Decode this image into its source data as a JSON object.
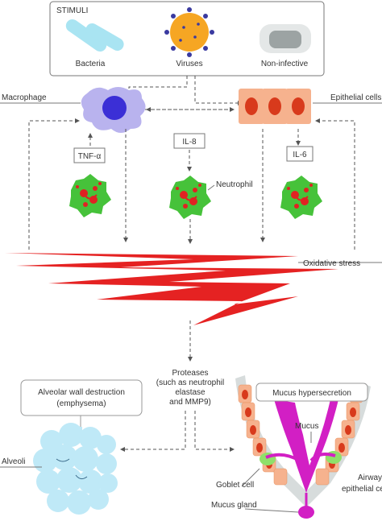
{
  "stimuli": {
    "title": "STIMULI",
    "items": [
      "Bacteria",
      "Viruses",
      "Non-infective"
    ]
  },
  "cells": {
    "macrophage": "Macrophage",
    "epithelial": "Epithelial cells",
    "neutrophil": "Neutrophil"
  },
  "cytokines": [
    "TNF-α",
    "IL-8",
    "IL-6"
  ],
  "oxidative": "Oxidative stress",
  "proteases": [
    "Proteases",
    "(such as neutrophil",
    "elastase",
    "and MMP9)"
  ],
  "alveolar": {
    "box": [
      "Alveolar wall destruction",
      "(emphysema)"
    ],
    "alveoli": "Alveoli"
  },
  "airway": {
    "box": "Mucus hypersecretion",
    "mucus": "Mucus",
    "goblet": "Goblet cell",
    "gland": "Mucus gland",
    "epithelial": [
      "Airway",
      "epithelial cells"
    ]
  },
  "colors": {
    "macrophage": "#b9b3ee",
    "macrophage_nucleus": "#3b2fd6",
    "virus": "#f6a623",
    "virus_spike": "#3a3aa0",
    "bacteria": "#a9e4f2",
    "noninfective": "#cfd3d3",
    "epithelial": "#f6b28e",
    "nucleus_red": "#d83a1c",
    "neutrophil": "#46c23a",
    "neutrophil_dot": "#e02222",
    "oxidative": "#e52222",
    "alveoli": "#bfe9f7",
    "mucus": "#d21fc4",
    "goblet": "#8fe06a"
  }
}
